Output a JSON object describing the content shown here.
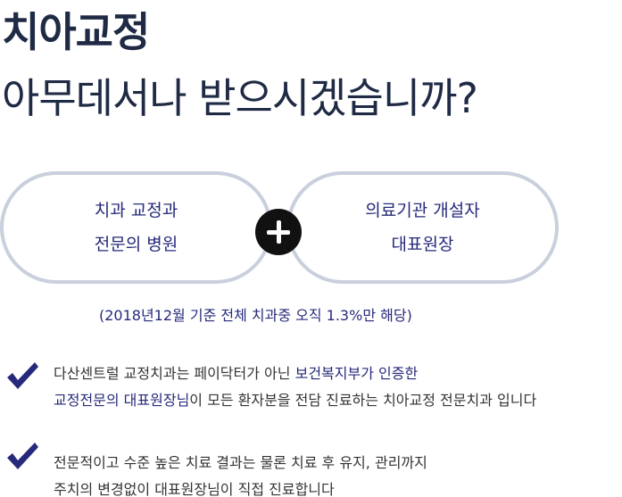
{
  "heading": {
    "line1": "치아교정",
    "line2": "아무데서나 받으시겠습니까?"
  },
  "pills": {
    "left": {
      "line1": "치과 교정과",
      "line2": "전문의 병원"
    },
    "right": {
      "line1": "의료기관 개설자",
      "line2": "대표원장"
    }
  },
  "plus_icon": "plus-icon",
  "note": "(2018년12월 기준 전체 치과중 오직 1.3%만 해당)",
  "bullets": [
    {
      "icon": "checkmark-icon",
      "line1_prefix": "다산센트럴 교정치과는 페이닥터가 아닌 ",
      "line1_highlight": "보건복지부가 인증한",
      "line2_highlight": "교정전문의 대표원장님",
      "line2_suffix": "이 모든 환자분을 전담 진료하는 치아교정 전문치과 입니다"
    },
    {
      "icon": "checkmark-icon",
      "line1": "전문적이고 수준 높은 치료 결과는 물론 치료 후 유지, 관리까지",
      "line2": "주치의 변경없이 대표원장님이 직접 진료합니다"
    }
  ],
  "colors": {
    "heading": "#1f2a44",
    "accent_navy": "#262a7a",
    "pill_border": "#c9cfdc",
    "checkmark": "#262a7a",
    "plus_bg": "#111111"
  }
}
